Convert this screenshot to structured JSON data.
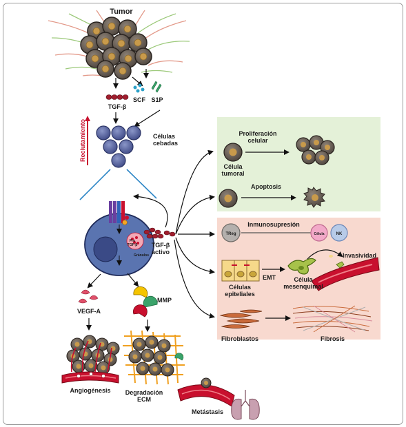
{
  "labels": {
    "tumor": "Tumor",
    "tgfb": "TGF-β",
    "scf": "SCF",
    "s1p": "S1P",
    "reclutamiento": "Reclutamiento",
    "celulas_cebadas_1": "Células",
    "celulas_cebadas_2": "cebadas",
    "tgfb_activo_1": "TGF-β",
    "tgfb_activo_2": "activo",
    "vegf": "VEGF-A",
    "mmp": "MMP",
    "angiogenesis": "Angiogénesis",
    "degradacion_1": "Degradación",
    "degradacion_2": "ECM",
    "metastasis": "Metástasis",
    "proliferacion_1": "Proliferación",
    "proliferacion_2": "celular",
    "celula_tumoral_1": "Célula",
    "celula_tumoral_2": "tumoral",
    "apoptosis": "Apoptosis",
    "treg": "TReg",
    "inmunosupresion": "Inmunosupresión",
    "celula_nk": "Célula",
    "nk": "NK",
    "invasividad": "Invasividad",
    "emt": "EMT",
    "celulas_epiteliales_1": "Células",
    "celulas_epiteliales_2": "epiteliales",
    "celula_mesenquimal_1": "Célula",
    "celula_mesenquimal_2": "mesenquimal",
    "fibroblastos": "Fibroblastos",
    "fibrosis": "Fibrosis",
    "pro_tgfb_1": "Pro",
    "pro_tgfb_2": "TGF-β",
    "granulos": "Gránulos"
  },
  "colors": {
    "tumor_cell": "#7a6f66",
    "tumor_nucleus": "#c89a4b",
    "mast_cell": "#6a74a8",
    "macro_cell": "#5a74b0",
    "tgfb_dots": "#a01e2e",
    "green_panel": "#e4f1d8",
    "pink_panel": "#f8d9cf",
    "red_arrow": "#c8102e",
    "blue_line": "#2d86c6",
    "vessel": "#c8102e"
  }
}
